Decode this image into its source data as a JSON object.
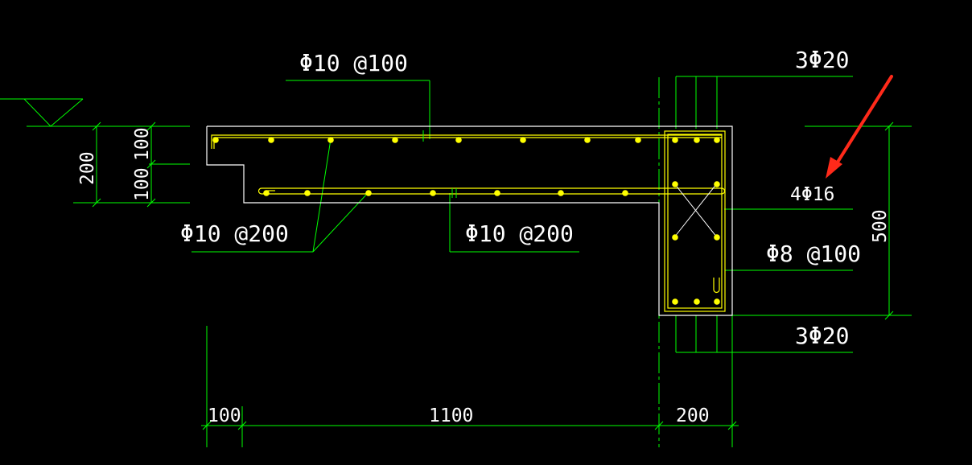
{
  "colors": {
    "background": "#000000",
    "concrete_outline": "#ffffff",
    "rebar": "#ffff00",
    "annotation_lines": "#00ff00",
    "text": "#ffffff",
    "arrow": "#ff2a1a"
  },
  "labels": {
    "top_rebar": "Φ10 @100",
    "left_rebar": "Φ10 @200",
    "bottom_rebar": "Φ10 @200",
    "beam_top": "3Φ20",
    "beam_side": "4Φ16",
    "stirrup": "Φ8 @100",
    "beam_bottom": "3Φ20"
  },
  "dimensions": {
    "slab_thickness": "200",
    "top_part": "100",
    "bottom_part": "100",
    "beam_depth": "500",
    "left_span": "100",
    "mid_span": "1100",
    "right_span": "200"
  },
  "icons": [
    "level-marker-icon",
    "red-arrow-icon"
  ]
}
